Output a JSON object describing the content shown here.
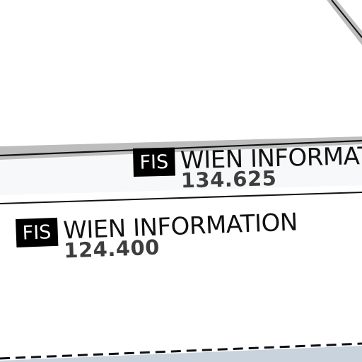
{
  "colors": {
    "background": "#ffffff",
    "boundary_line": "#111111",
    "boundary_casing": "#bdbdbd",
    "label_box": "#000000",
    "label_box_text": "#ffffff",
    "frequency_text": "#3d3d3d",
    "outside_area": "#c9d3de"
  },
  "labels": [
    {
      "type": "FIS",
      "name": "WIEN INFORMATION",
      "frequency": "134.625"
    },
    {
      "type": "FIS",
      "name": "WIEN INFORMATION",
      "frequency": "124.400"
    }
  ]
}
